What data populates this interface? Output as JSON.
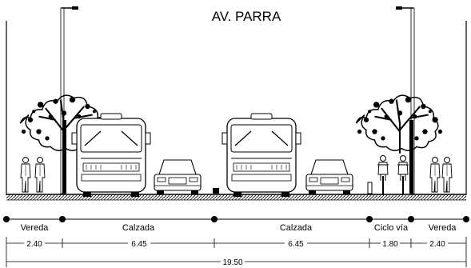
{
  "title": "AV. PARRA",
  "segments": [
    {
      "name": "Vereda",
      "width": "2.40"
    },
    {
      "name": "Calzada",
      "width": "6.45"
    },
    {
      "name": "Calzada",
      "width": "6.45"
    },
    {
      "name": "Ciclo vía",
      "width": "1.80"
    },
    {
      "name": "Vereda",
      "width": "2.40"
    }
  ],
  "total_width": "19.50",
  "colors": {
    "line": "#000000",
    "background": "#ffffff"
  }
}
